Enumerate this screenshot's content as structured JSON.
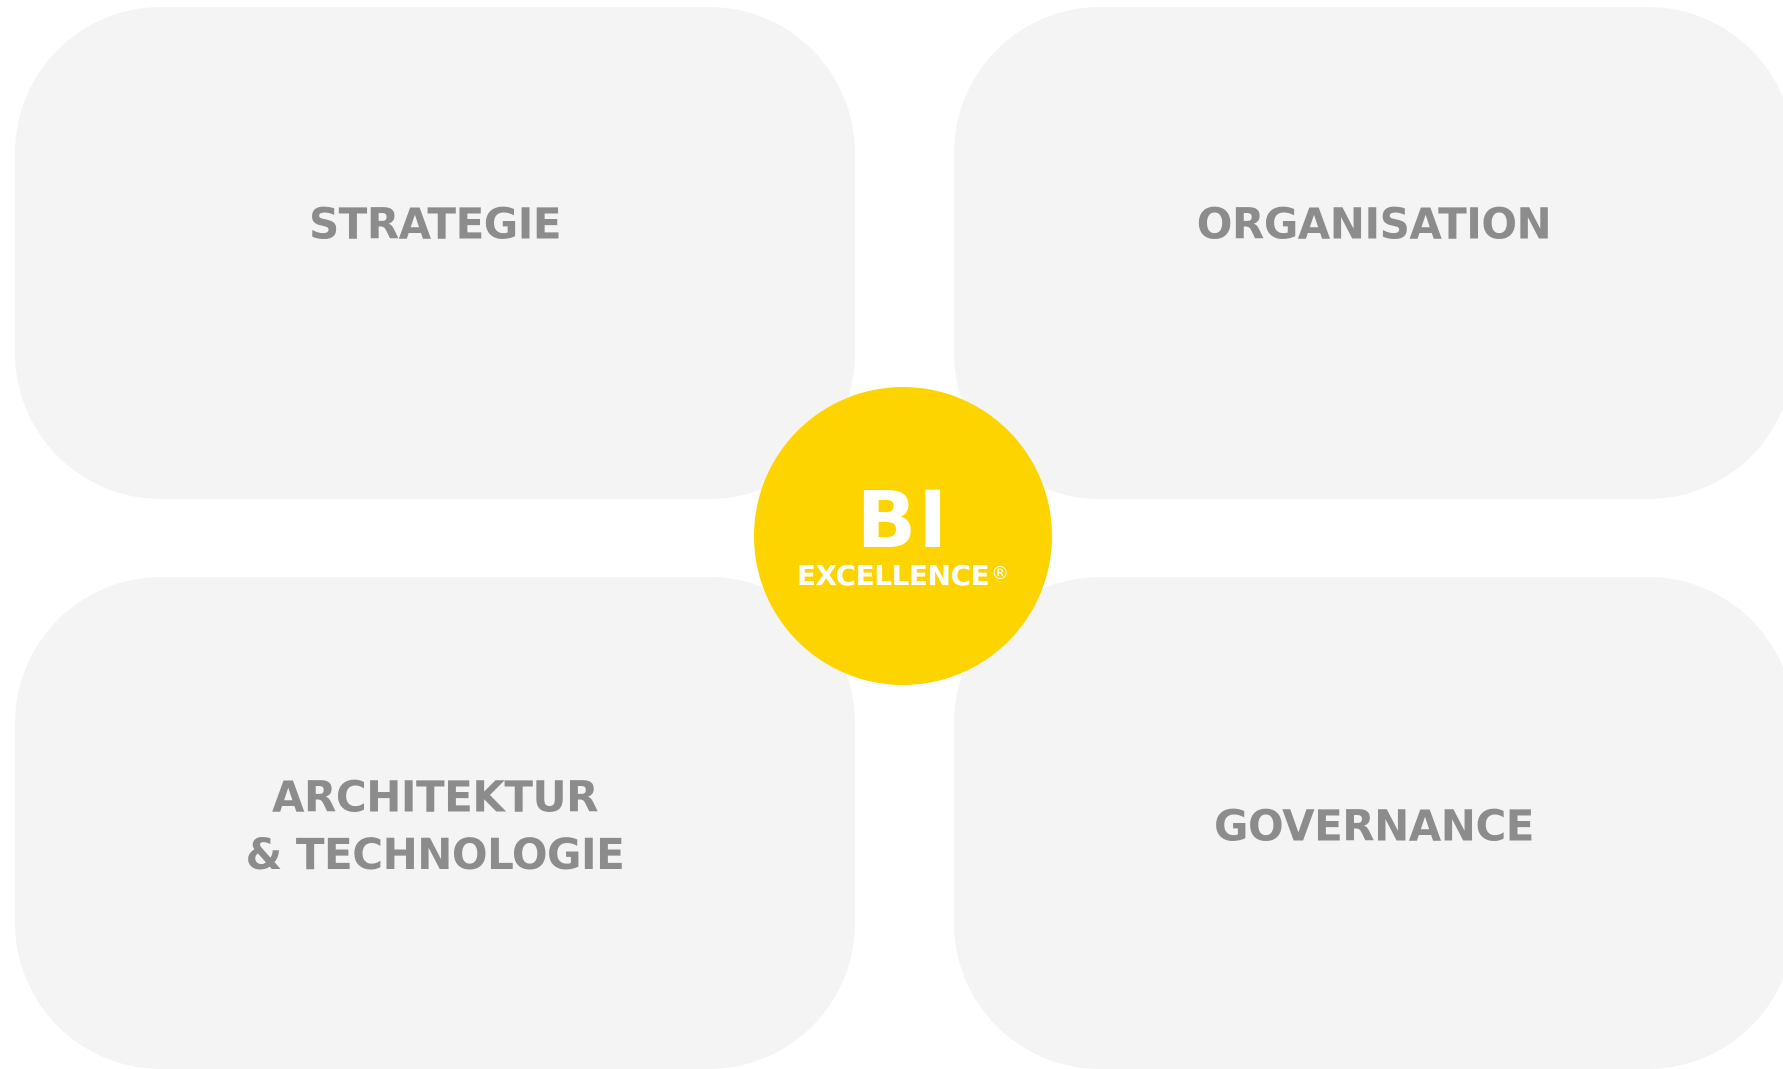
{
  "quadrants": {
    "top_left": {
      "label": "STRATEGIE"
    },
    "top_right": {
      "label": "ORGANISATION"
    },
    "bottom_left": {
      "line1": "ARCHITEKTUR",
      "line2": "& TECHNOLOGIE"
    },
    "bottom_right": {
      "label": "GOVERNANCE"
    }
  },
  "center": {
    "title": "BI",
    "subtitle": "EXCELLENCE",
    "mark": "®"
  },
  "colors": {
    "quadrant_fill": "#f4f4f4",
    "quadrant_text": "#8c8c8c",
    "center_fill": "#fdd400",
    "center_text": "#ffffff"
  }
}
